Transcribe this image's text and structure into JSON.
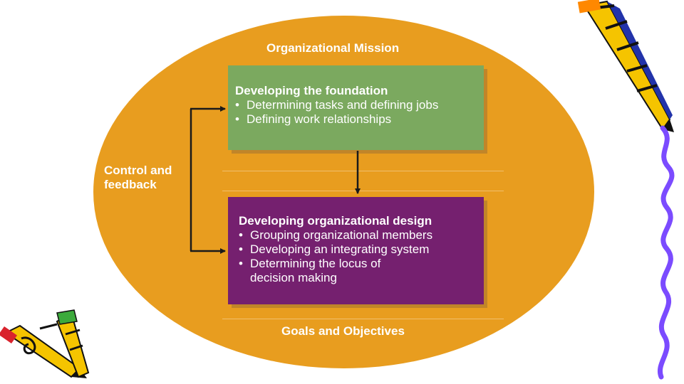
{
  "diagram": {
    "outer_label_top": "Organizational Mission",
    "outer_label_bottom": "Goals and Objectives",
    "side_label": "Control and feedback",
    "foundation": {
      "title": "Developing the foundation",
      "items": [
        "Determining tasks and defining jobs",
        "Defining work relationships"
      ]
    },
    "design": {
      "title": "Developing organizational design",
      "items": [
        "Grouping organizational members",
        "Developing an integrating system",
        "Determining the locus of"
      ],
      "item_continuation": "decision making"
    }
  },
  "colors": {
    "ellipse": "#e89d1f",
    "foundation_box": "#7ba95f",
    "design_box": "#75206f",
    "arrow": "#1a1a1a"
  },
  "icons": [
    "pencil-icon",
    "squiggle-line-icon"
  ]
}
